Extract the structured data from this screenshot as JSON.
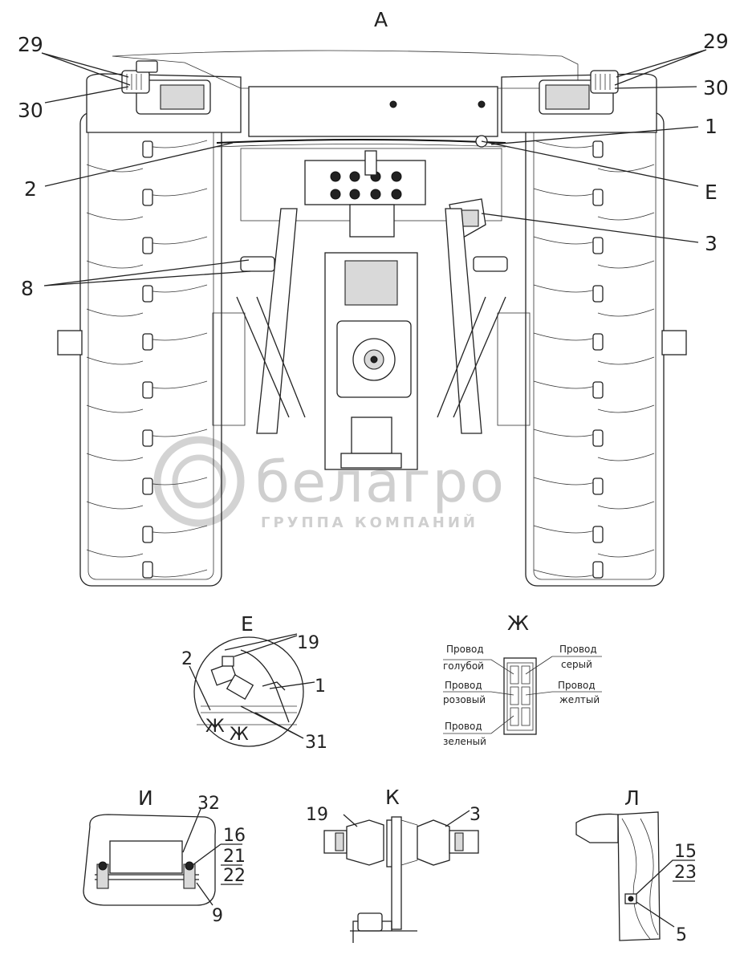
{
  "views": {
    "main": "А",
    "e": "Е",
    "zh": "Ж",
    "i": "И",
    "k": "К",
    "l": "Л"
  },
  "callouts": {
    "c29_left": "29",
    "c30_left": "30",
    "c29_right": "29",
    "c30_right": "30",
    "c1": "1",
    "c2": "2",
    "cE": "Е",
    "c3": "3",
    "c8": "8",
    "e_19": "19",
    "e_2": "2",
    "e_1": "1",
    "e_31": "31",
    "e_zh1": "Ж",
    "e_zh2": "Ж",
    "i_32": "32",
    "i_16": "16",
    "i_21": "21",
    "i_22": "22",
    "i_9": "9",
    "k_19": "19",
    "k_3": "3",
    "l_15": "15",
    "l_23": "23",
    "l_5": "5"
  },
  "connector_zh": {
    "left": [
      {
        "top": "Провод",
        "bottom": "голубой"
      },
      {
        "top": "Провод",
        "bottom": "розовый"
      },
      {
        "top": "Провод",
        "bottom": "зеленый"
      }
    ],
    "right": [
      {
        "top": "Провод",
        "bottom": "серый"
      },
      {
        "top": "Провод",
        "bottom": "желтый"
      }
    ]
  },
  "watermark": {
    "brand": "белагро",
    "tagline": "ГРУППА КОМПАНИЙ"
  }
}
